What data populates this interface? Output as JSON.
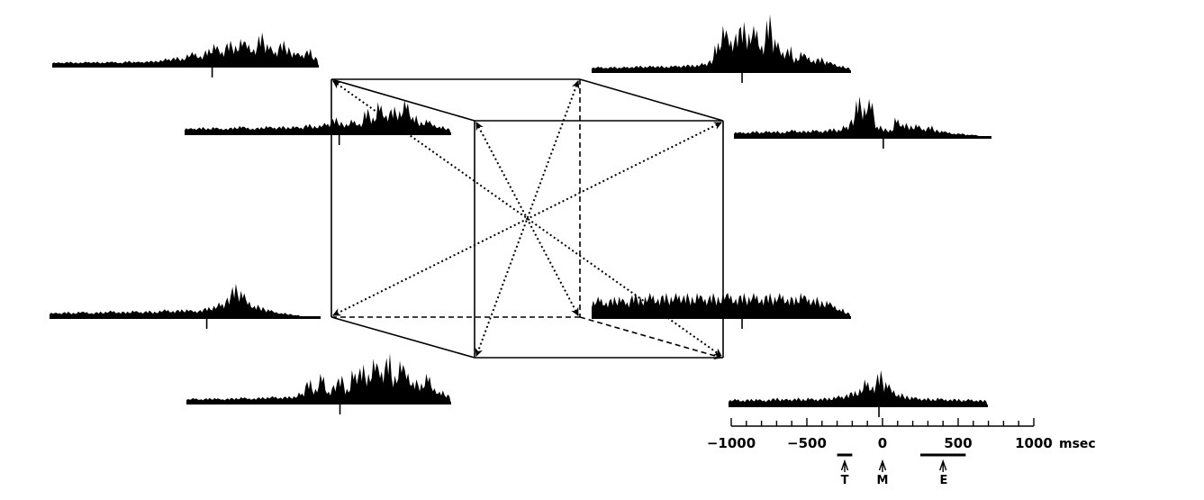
{
  "histograms": [
    {
      "id": "top-left-back",
      "profile": [
        3,
        3,
        4,
        3,
        3,
        4,
        4,
        3,
        4,
        4,
        3,
        5,
        4,
        4,
        5,
        5,
        6,
        8,
        10,
        8,
        13,
        16,
        12,
        20,
        26,
        18,
        30,
        24,
        32,
        28,
        22,
        40,
        26,
        18,
        30,
        22,
        16,
        14,
        20,
        10
      ],
      "event_mark_fraction": 0.6
    },
    {
      "id": "top-left-front",
      "profile": [
        4,
        4,
        5,
        4,
        5,
        4,
        4,
        5,
        6,
        5,
        4,
        5,
        6,
        5,
        6,
        5,
        6,
        5,
        8,
        6,
        7,
        9,
        14,
        10,
        8,
        12,
        9,
        22,
        14,
        28,
        18,
        24,
        20,
        30,
        16,
        10,
        12,
        8,
        6,
        4
      ],
      "event_mark_fraction": 0.58
    },
    {
      "id": "top-right-back",
      "profile": [
        3,
        4,
        3,
        4,
        3,
        4,
        4,
        5,
        4,
        5,
        5,
        4,
        5,
        5,
        6,
        6,
        6,
        8,
        12,
        30,
        48,
        36,
        44,
        52,
        40,
        48,
        30,
        60,
        34,
        22,
        26,
        14,
        20,
        16,
        12,
        14,
        10,
        8,
        5,
        3
      ],
      "event_mark_fraction": 0.58
    },
    {
      "id": "top-right-front",
      "profile": [
        3,
        3,
        3,
        4,
        3,
        4,
        4,
        3,
        4,
        5,
        4,
        4,
        5,
        4,
        5,
        6,
        5,
        8,
        14,
        30,
        22,
        28,
        8,
        6,
        5,
        14,
        10,
        8,
        9,
        6,
        8,
        5,
        4,
        3,
        2,
        2,
        1,
        1,
        0,
        0
      ],
      "event_mark_fraction": 0.58
    },
    {
      "id": "mid-left",
      "profile": [
        3,
        3,
        4,
        3,
        4,
        4,
        3,
        4,
        4,
        5,
        4,
        4,
        5,
        4,
        5,
        4,
        5,
        6,
        5,
        6,
        6,
        5,
        6,
        8,
        9,
        12,
        18,
        28,
        22,
        14,
        10,
        8,
        6,
        4,
        3,
        2,
        1,
        0,
        0,
        0
      ],
      "event_mark_fraction": 0.58
    },
    {
      "id": "mid-right",
      "profile": [
        4,
        5,
        4,
        5,
        5,
        4,
        6,
        5,
        5,
        6,
        5,
        6,
        5,
        6,
        6,
        5,
        6,
        5,
        6,
        5,
        6,
        6,
        5,
        6,
        5,
        6,
        5,
        6,
        5,
        6,
        5,
        5,
        6,
        5,
        5,
        4,
        4,
        3,
        2,
        1
      ],
      "event_mark_fraction": 0.58
    },
    {
      "id": "bottom-left",
      "profile": [
        3,
        4,
        3,
        4,
        4,
        3,
        4,
        4,
        5,
        4,
        4,
        5,
        5,
        6,
        5,
        6,
        6,
        10,
        24,
        14,
        30,
        12,
        20,
        28,
        14,
        34,
        40,
        30,
        46,
        36,
        52,
        28,
        44,
        34,
        24,
        20,
        30,
        16,
        12,
        8
      ],
      "event_mark_fraction": 0.58
    },
    {
      "id": "bottom-right",
      "profile": [
        4,
        5,
        4,
        5,
        5,
        4,
        5,
        6,
        5,
        5,
        6,
        5,
        6,
        5,
        6,
        6,
        7,
        8,
        10,
        12,
        14,
        22,
        18,
        30,
        20,
        14,
        10,
        8,
        7,
        6,
        6,
        5,
        6,
        5,
        5,
        5,
        4,
        5,
        4,
        4
      ],
      "event_mark_fraction": 0.58
    }
  ],
  "time_axis": {
    "min": -1000,
    "max": 1000,
    "major_ticks": [
      -1000,
      -500,
      0,
      500,
      1000
    ],
    "minor_step": 100,
    "tick_labels": [
      "−1000",
      "−500",
      "0",
      "500",
      "1000"
    ],
    "unit": "msec"
  },
  "events": [
    {
      "letter": "T",
      "time": -250,
      "range": [
        -300,
        -200
      ]
    },
    {
      "letter": "M",
      "time": 0,
      "range": null
    },
    {
      "letter": "E",
      "time": 400,
      "range": [
        250,
        550
      ]
    }
  ]
}
